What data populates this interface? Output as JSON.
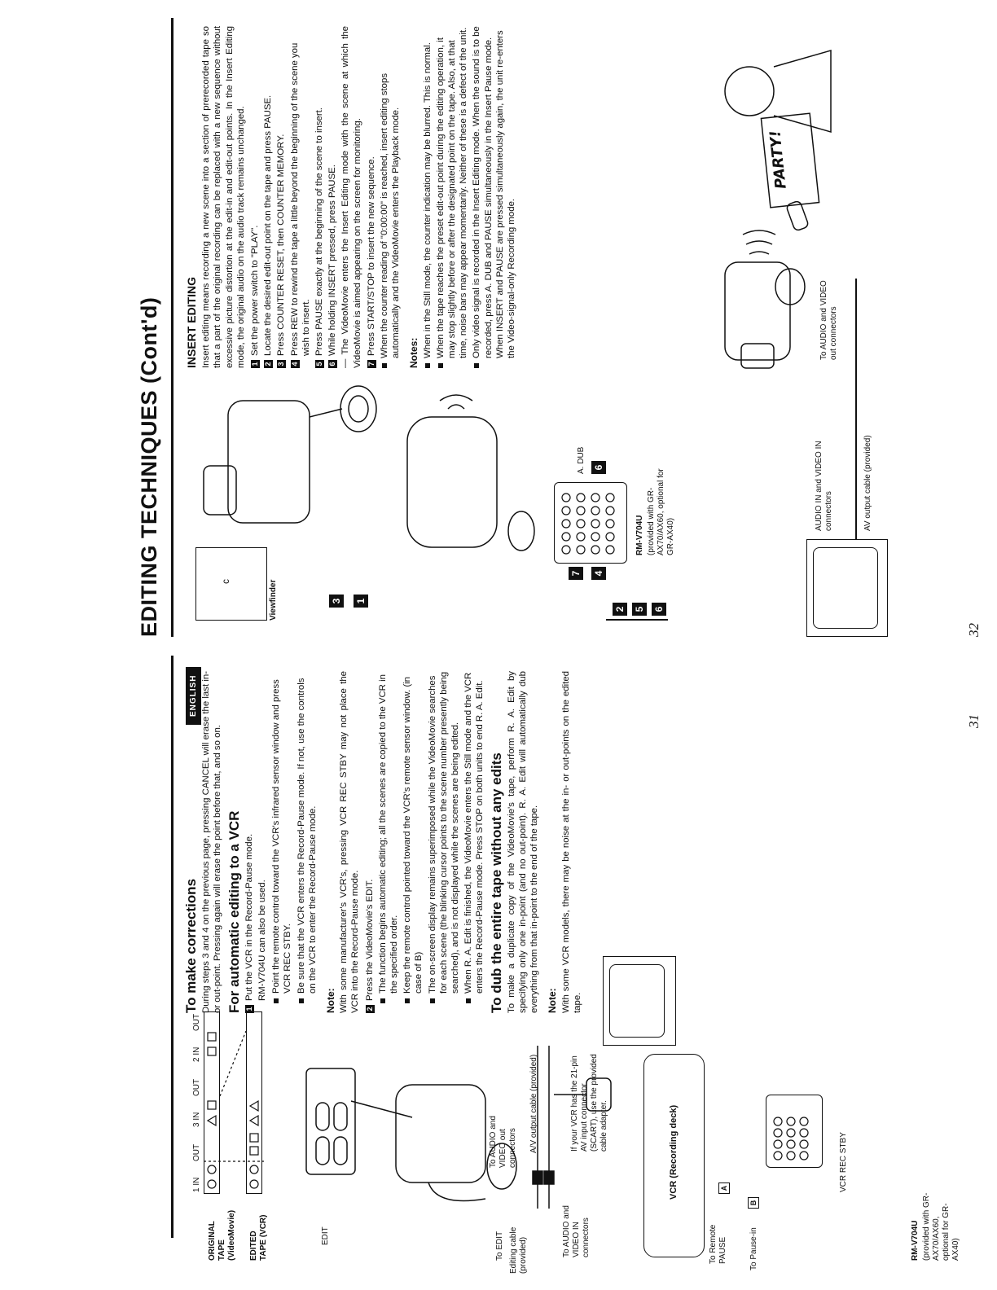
{
  "page_left": {
    "page_number": "31",
    "language_tab": "ENGLISH",
    "tape_diagram": {
      "original_tape_label": "ORIGINAL TAPE (VideoMovie)",
      "edited_tape_label": "EDITED TAPE (VCR)",
      "markers": [
        "1 IN",
        "OUT",
        "3 IN",
        "OUT",
        "2 IN",
        "OUT"
      ]
    },
    "setup_diagram": {
      "edit_label": "EDIT",
      "to_edit": "To EDIT",
      "editing_cable": "Editing cable (provided)",
      "to_audio_video_out": "To AUDIO and VIDEO out connectors",
      "av_cable": "A/V output cable (provided)",
      "scart_note": "If your VCR has the 21-pin AV input connector (SCART), use the provided cable adapter.",
      "to_audio_video_in": "To AUDIO and VIDEO IN connectors",
      "vcr_label": "VCR (Recording deck)",
      "to_remote_pause": "To Remote PAUSE",
      "a_mark": "A",
      "to_pause_in": "To Pause-in",
      "b_mark": "B",
      "vcr_rec_stby": "VCR REC STBY",
      "remote_label": "RM-V704U",
      "remote_note": "(provided with GR-AX70/AX60, optional for GR-AX40)"
    },
    "corrections": {
      "heading": "To make corrections",
      "text": "During steps 3 and 4 on the previous page, pressing CANCEL will erase the last in- or out-point. Pressing again will erase the point before that, and so on."
    },
    "auto_edit": {
      "heading": "For automatic editing to a VCR",
      "step1": "Put the VCR in the Record-Pause mode.",
      "step1_intro": "RM-V704U can also be used.",
      "bullets1": [
        "Point the remote control toward the VCR's infrared sensor window and press VCR REC STBY.",
        "Be sure that the VCR enters the Record-Pause mode. If not, use the controls on the VCR to enter the Record-Pause mode."
      ],
      "note_label": "Note:",
      "note_text": "With some manufacturer's VCR's, pressing VCR REC STBY may not place the VCR into the Record-Pause mode.",
      "step2": "Press the VideoMovie's EDIT.",
      "bullets2": [
        "The function begins automatic editing; all the scenes are copied to the VCR in the specified order.",
        "Keep the remote control pointed toward the VCR's remote sensor window. (in case of B)",
        "The on-screen display remains superimposed while the VideoMovie searches for each scene (the blinking cursor points to the scene number presently being searched), and is not displayed while the scenes are being edited.",
        "When R. A. Edit is finished, the VideoMovie enters the Still mode and the VCR enters the Record-Pause mode. Press STOP on both units to end R. A. Edit."
      ]
    },
    "dub_entire": {
      "heading": "To dub the entire tape without any edits",
      "text": "To make a duplicate copy of the VideoMovie's tape, perform R. A. Edit by specifying only one in-point (and no out-point). R. A. Edit will automatically dub everything from that in-point to the end of the tape.",
      "note_label": "Note:",
      "note_text": "With some VCR models, there may be noise at the in- or out-points on the edited tape."
    }
  },
  "page_right": {
    "page_number": "32",
    "title": "EDITING TECHNIQUES (Cont'd)",
    "viewfinder_label": "Viewfinder",
    "viewfinder_char": "c",
    "remote_label": "RM-V704U",
    "remote_note": "(provided with GR-AX70/AX60, optional for GR-AX40)",
    "a_dub_label": "A. DUB",
    "badges_camera": [
      "3",
      "1"
    ],
    "badges_remote": [
      "7",
      "4",
      "6"
    ],
    "badges_bracket": [
      "2",
      "5",
      "6"
    ],
    "audio_video_in": "AUDIO IN and VIDEO IN connectors",
    "audio_video_out": "To AUDIO and VIDEO out connectors",
    "av_cable": "AV output cable (provided)",
    "sign_text": "PARTY!",
    "insert_editing": {
      "heading": "INSERT EDITING",
      "intro": "Insert editing means recording a new scene into a section of prerecorded tape so that a part of the original recording can be replaced with a new sequence without excessive picture distortion at the edit-in and edit-out points. In the Insert Editing mode, the original audio on the audio track remains unchanged.",
      "steps": [
        "Set the power switch to \"PLAY\".",
        "Locate the desired edit-out point on the tape and press PAUSE.",
        "Press COUNTER RESET, then COUNTER MEMORY.",
        "Press REW to rewind the tape a little beyond the beginning of the scene you wish to insert.",
        "Press PAUSE exactly at the beginning of the scene to insert.",
        "While holding INSERT pressed, press PAUSE.",
        "Press START/STOP to insert the new sequence."
      ],
      "step6_dash": "— The VideoMovie enters the Insert Editing mode with the scene at which the VideoMovie is aimed appearing on the screen for monitoring.",
      "step7_bullet": "When the counter reading of \"0:00:00\" is reached, insert editing stops automatically and the VideoMovie enters the Playback mode.",
      "notes_label": "Notes:",
      "notes": [
        "When in the Still mode, the counter indication may be blurred. This is normal.",
        "When the tape reaches the preset edit-out point during the editing operation, it may stop slightly before or after the designated point on the tape. Also, at that time, noise bars may appear momentarily. Neither of these is a defect of the unit.",
        "Only video signal is recorded in the Insert Editing mode. When the sound is to be recorded, press A. DUB and PAUSE simultaneously in the Insert Pause mode. When INSERT and PAUSE are pressed simultaneously again, the unit re-enters the Video-signal-only Recording mode."
      ]
    }
  }
}
